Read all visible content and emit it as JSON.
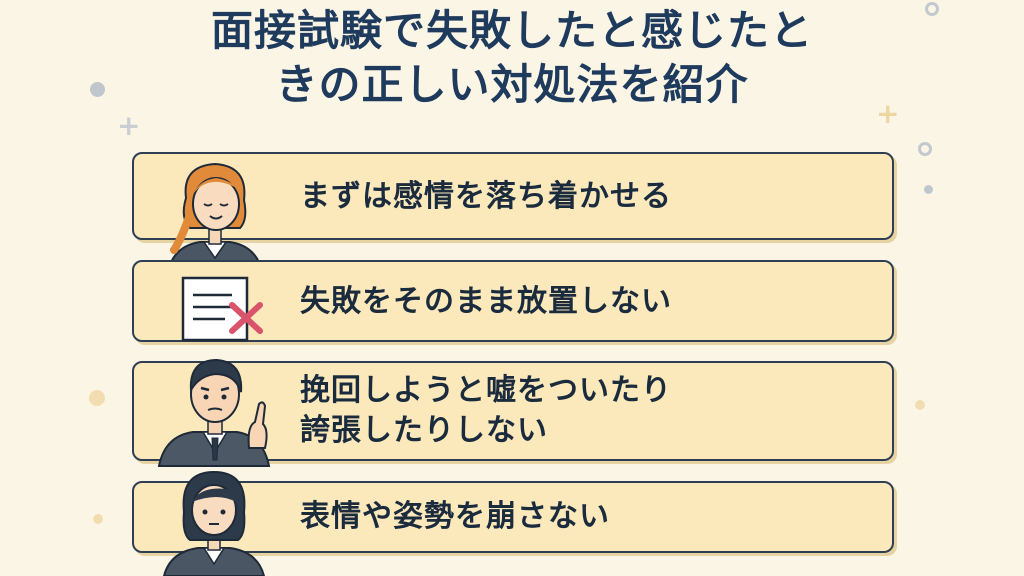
{
  "title": {
    "line1": "面接試験で失敗したと感じたと",
    "line2": "きの正しい対処法を紹介"
  },
  "items": [
    {
      "text": "まずは感情を落ち着かせる",
      "icon": "woman-smiling-icon"
    },
    {
      "text": "失敗をそのまま放置しない",
      "icon": "document-x-icon"
    },
    {
      "text_line1": "挽回しようと嘘をついたり",
      "text_line2": "誇張したりしない",
      "icon": "man-pointing-icon"
    },
    {
      "text": "表情や姿勢を崩さない",
      "icon": "woman-neutral-icon"
    }
  ],
  "colors": {
    "background": "#fbf5e6",
    "title": "#1e3a5c",
    "card_fill": "#fbe8bb",
    "card_border": "#2e3f54",
    "accent_x": "#d9546b"
  }
}
